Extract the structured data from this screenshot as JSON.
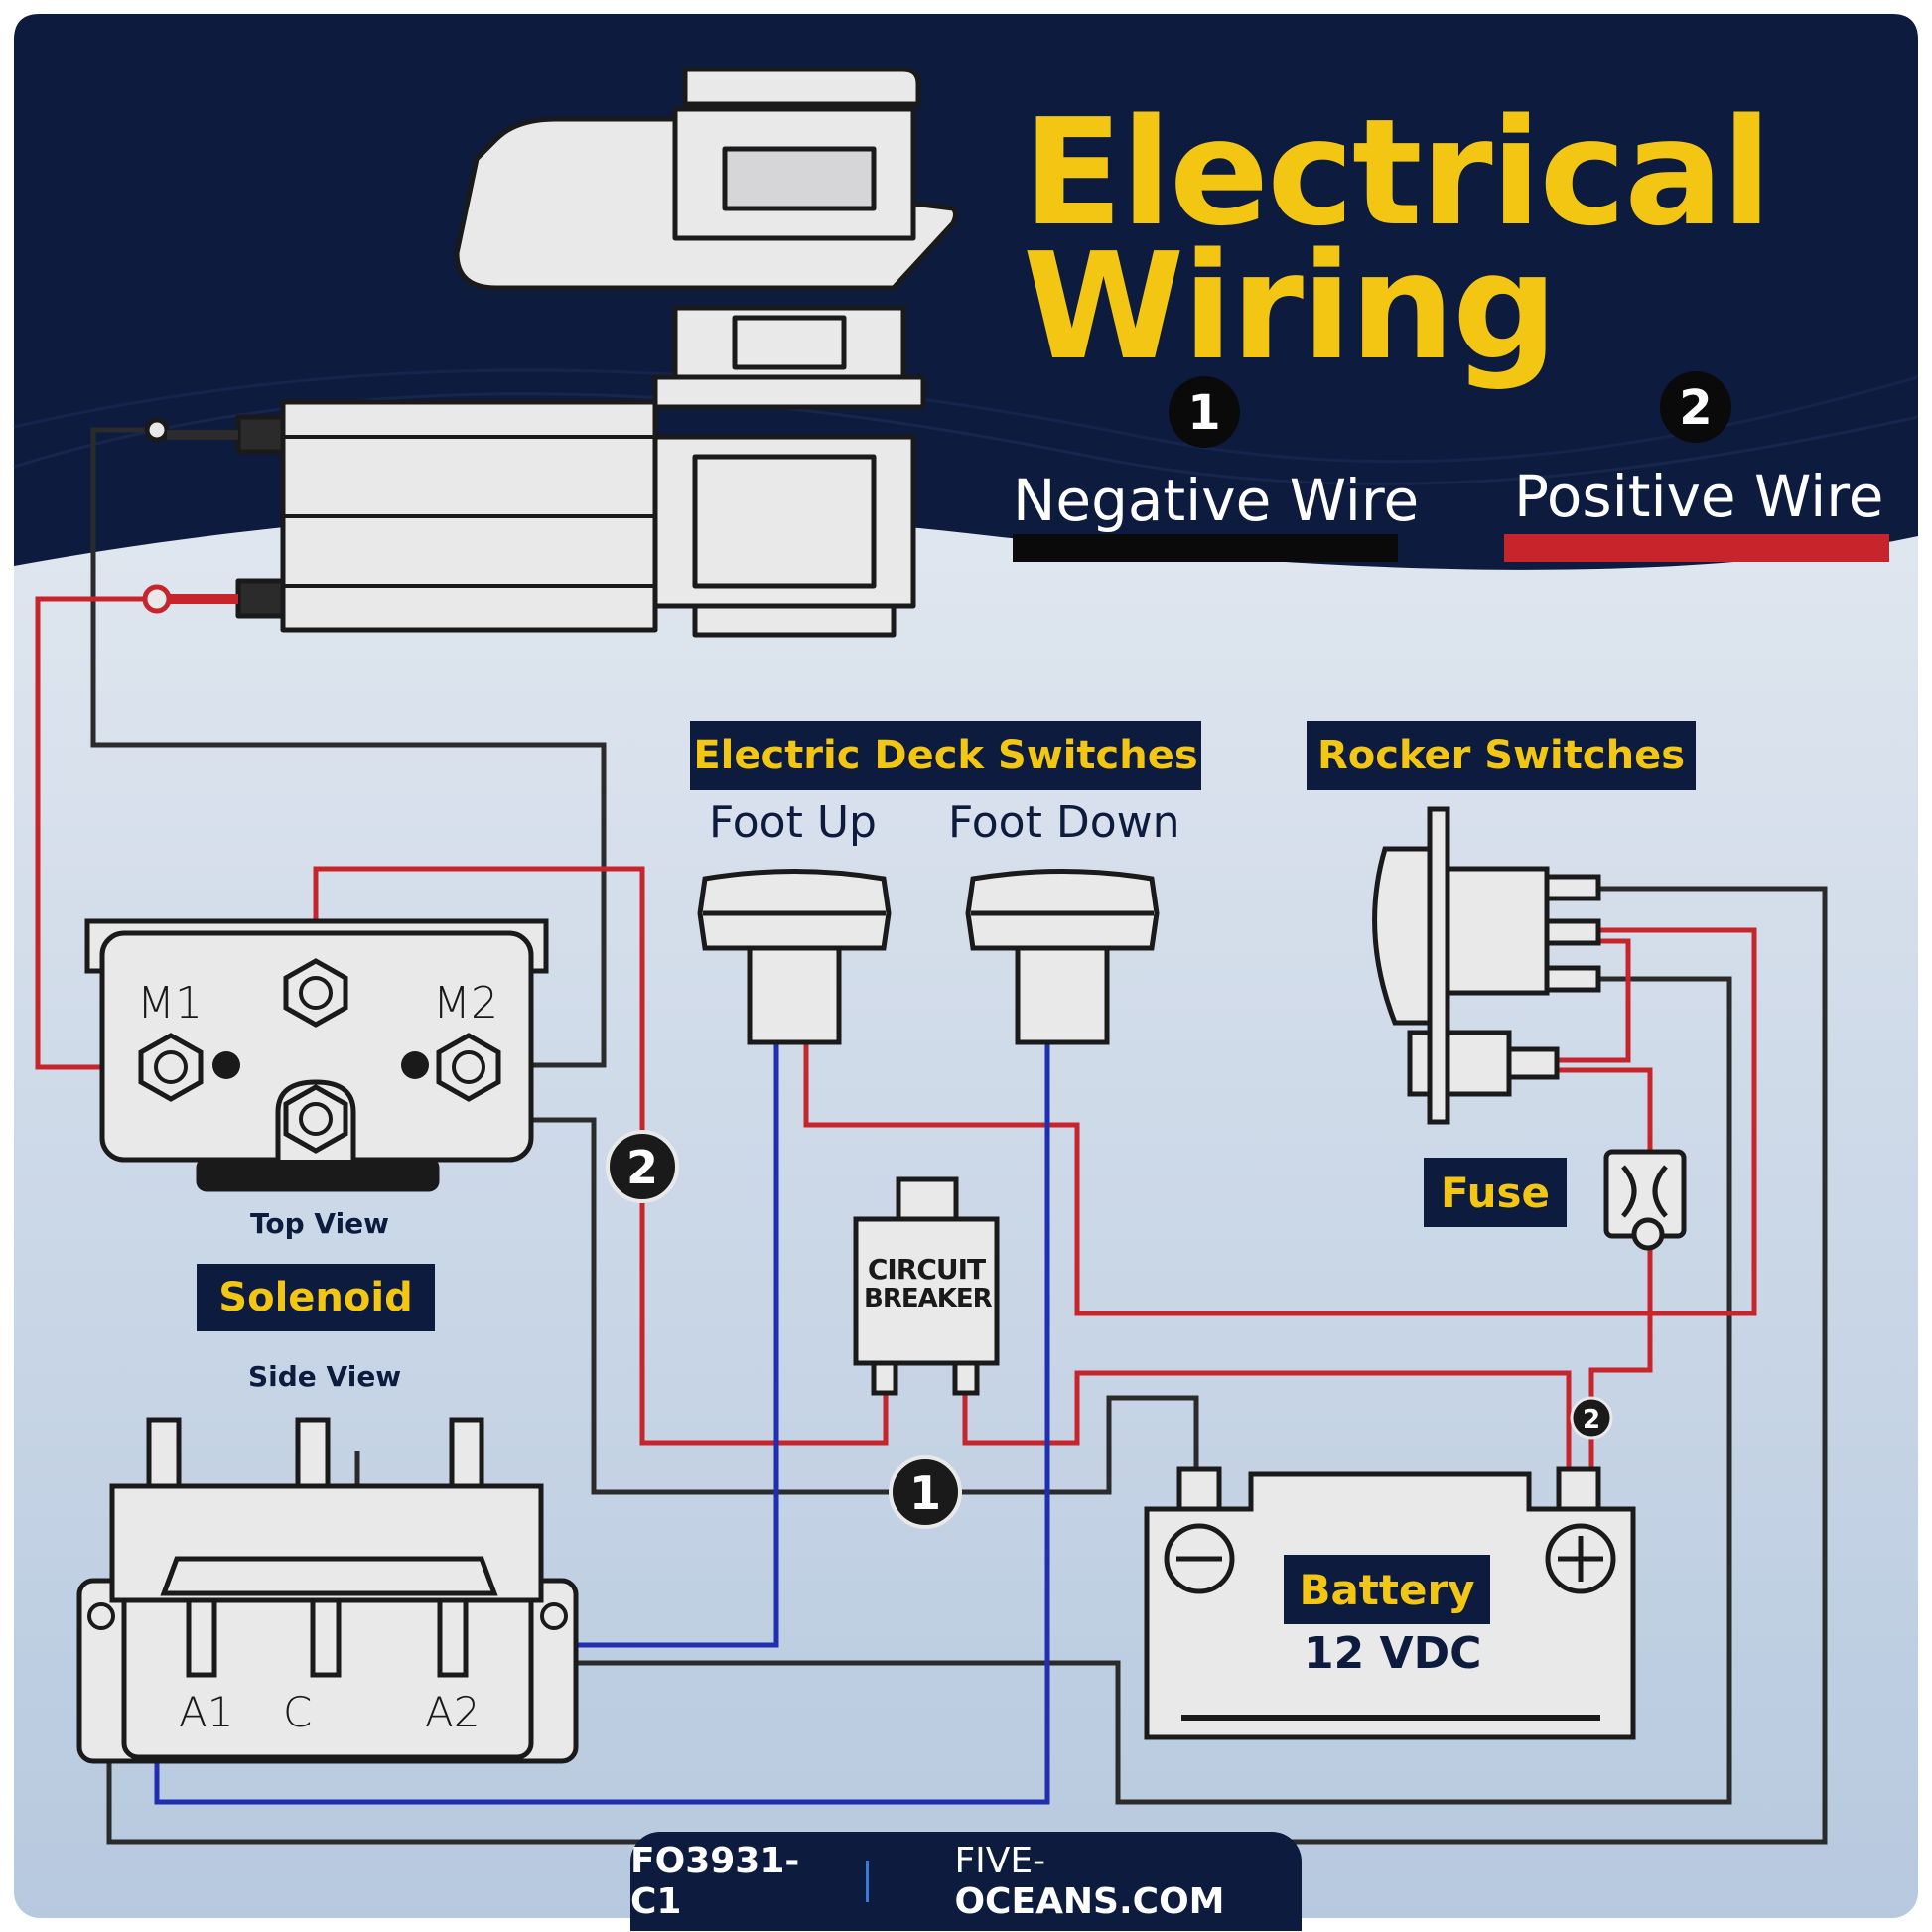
{
  "title": {
    "line1": "Electrical",
    "line2": "Wiring"
  },
  "legend": [
    {
      "num": "1",
      "label": "Negative Wire",
      "color": "#0a0a0a"
    },
    {
      "num": "2",
      "label": "Positive Wire",
      "color": "#c8242b"
    }
  ],
  "colors": {
    "navy": "#0d1b3e",
    "yellow": "#f3c614",
    "negative": "#2b2b2b",
    "positive": "#c8242b",
    "signal": "#1f2fb0",
    "fill": "#e9e9ea"
  },
  "deck_switches": {
    "heading": "Electric Deck Switches",
    "up": "Foot Up",
    "down": "Foot Down"
  },
  "rocker": {
    "heading": "Rocker Switches"
  },
  "fuse": {
    "label": "Fuse"
  },
  "solenoid": {
    "label": "Solenoid",
    "top_view": "Top View",
    "side_view": "Side View",
    "m1": "M1",
    "m2": "M2",
    "a1": "A1",
    "c": "C",
    "a2": "A2"
  },
  "breaker": {
    "line1": "CIRCUIT",
    "line2": "BREAKER"
  },
  "battery": {
    "label": "Battery",
    "voltage": "12 VDC"
  },
  "markers": {
    "neg": "1",
    "pos": "2"
  },
  "footer": {
    "code": "FO3931-C1",
    "site_light": "FIVE-",
    "site_bold": "OCEANS.COM"
  }
}
